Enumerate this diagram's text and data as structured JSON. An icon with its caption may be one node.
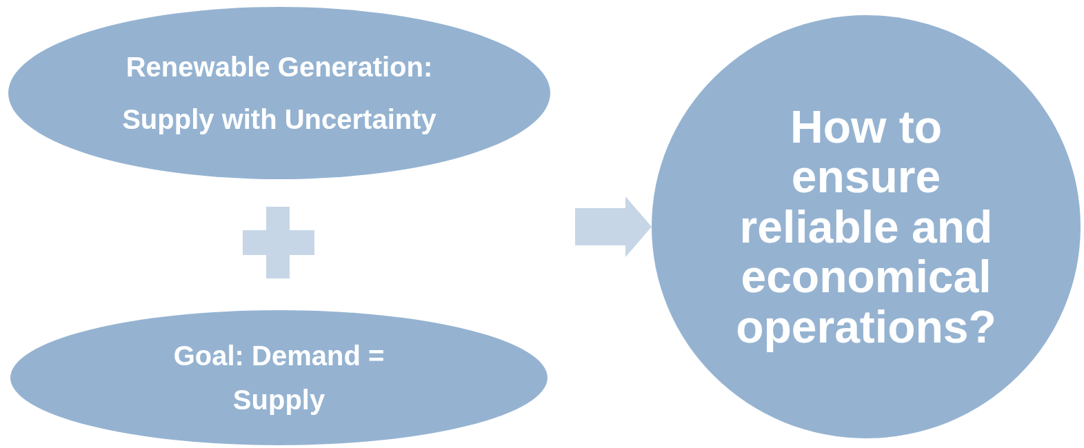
{
  "diagram": {
    "nodes": [
      {
        "text": [
          "Renewable Generation: Supply with Uncertainty"
        ]
      },
      {
        "text": [
          "Goal: Demand = Supply"
        ]
      },
      {
        "text": [
          "How to ensure reliable and economical operations?"
        ]
      }
    ],
    "edges": [
      {
        "from": null,
        "to": 2,
        "arrow": "to"
      }
    ]
  }
}
